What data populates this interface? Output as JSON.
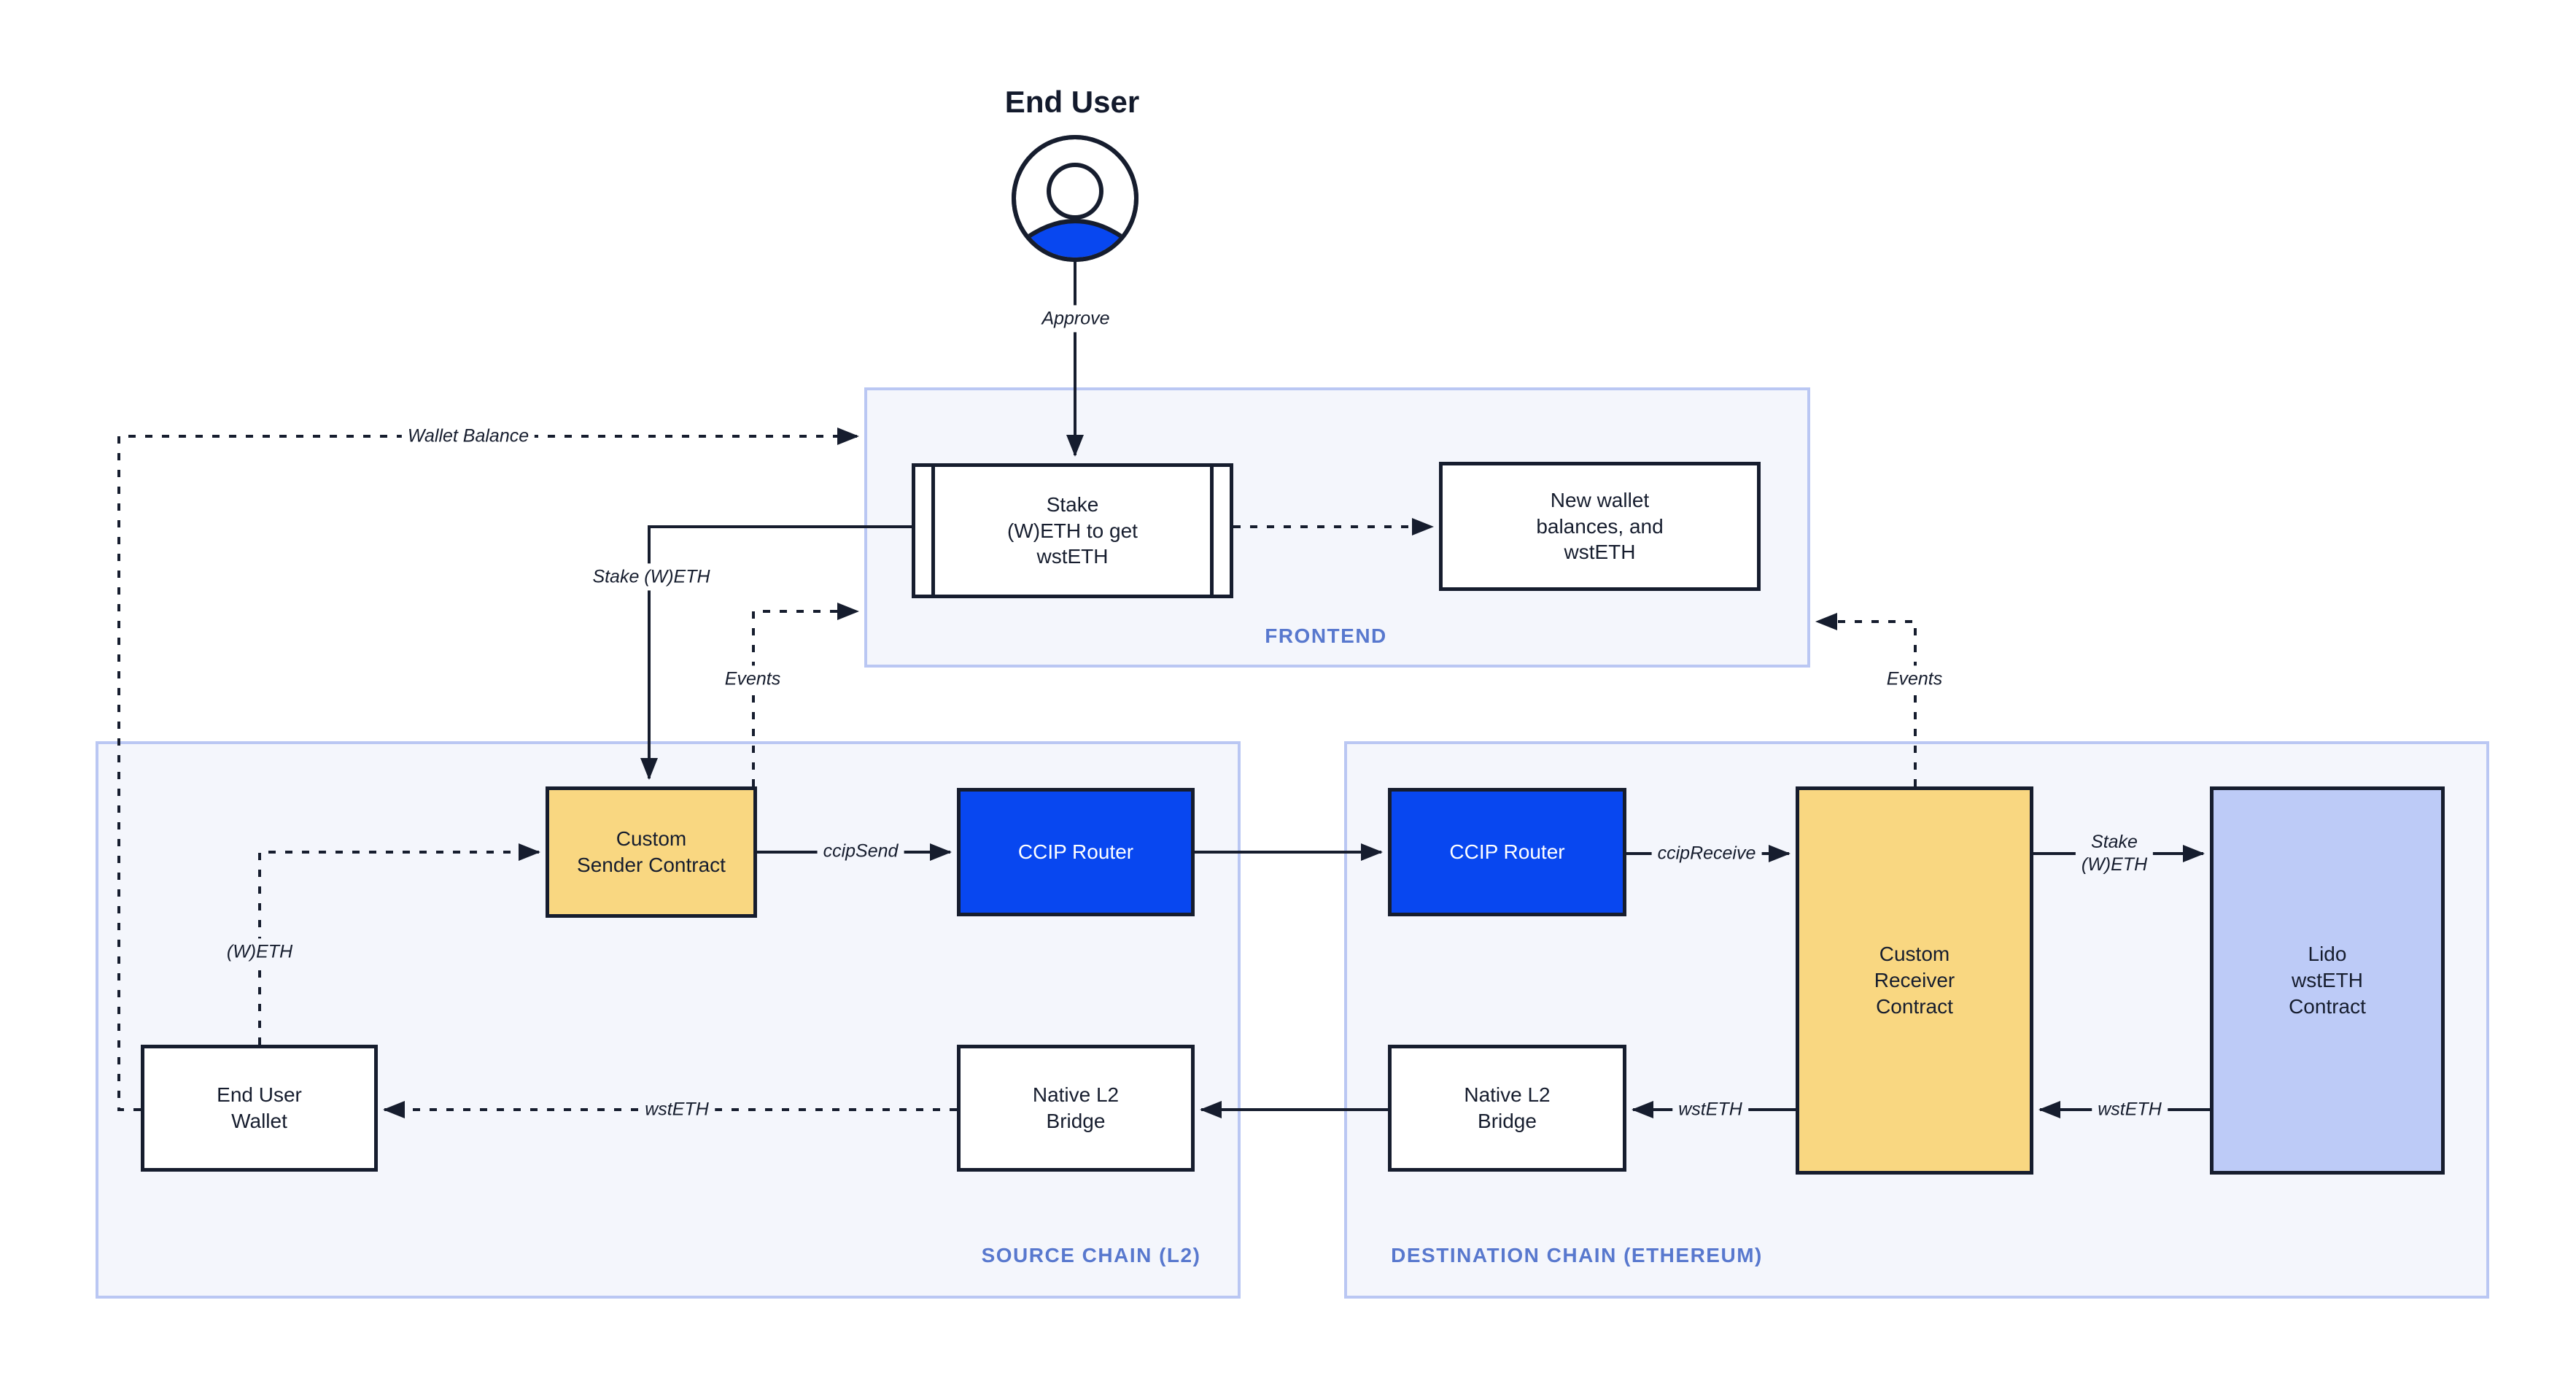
{
  "actor": {
    "title": "End User"
  },
  "containers": {
    "frontend": {
      "label": "FRONTEND"
    },
    "source": {
      "label": "SOURCE CHAIN (L2)"
    },
    "destination": {
      "label": "DESTINATION CHAIN (ETHEREUM)"
    }
  },
  "nodes": {
    "stake": {
      "label": "Stake\n(W)ETH to get\nwstETH"
    },
    "new_wallet": {
      "label": "New wallet\nbalances, and\nwstETH"
    },
    "sender": {
      "label": "Custom\nSender Contract"
    },
    "router_source": {
      "label": "CCIP Router"
    },
    "router_destination": {
      "label": "CCIP Router"
    },
    "receiver": {
      "label": "Custom\nReceiver\nContract"
    },
    "lido": {
      "label": "Lido\nwstETH\nContract"
    },
    "wallet": {
      "label": "End User\nWallet"
    },
    "bridge_source": {
      "label": "Native L2\nBridge"
    },
    "bridge_destination": {
      "label": "Native L2\nBridge"
    }
  },
  "edges": {
    "approve": {
      "label": "Approve"
    },
    "wallet_balance": {
      "label": "Wallet Balance"
    },
    "stake_weth": {
      "label": "Stake (W)ETH"
    },
    "events_source": {
      "label": "Events"
    },
    "events_destination": {
      "label": "Events"
    },
    "ccip_send": {
      "label": "ccipSend"
    },
    "ccip_receive": {
      "label": "ccipReceive"
    },
    "stake_weth_lido": {
      "label": "Stake\n(W)ETH"
    },
    "wsteth_from_lido": {
      "label": "wstETH"
    },
    "wsteth_to_bridge": {
      "label": "wstETH"
    },
    "weth": {
      "label": "(W)ETH"
    },
    "wsteth_to_wallet": {
      "label": "wstETH"
    }
  },
  "colors": {
    "contract_yellow": "#F9D781",
    "router_blue": "#0847F0",
    "lido_lavender": "#BDCBF7",
    "container_fill": "#F4F6FC",
    "container_border": "#BAC7F3",
    "container_label": "#5878CE",
    "line_dark": "#161D2E"
  }
}
